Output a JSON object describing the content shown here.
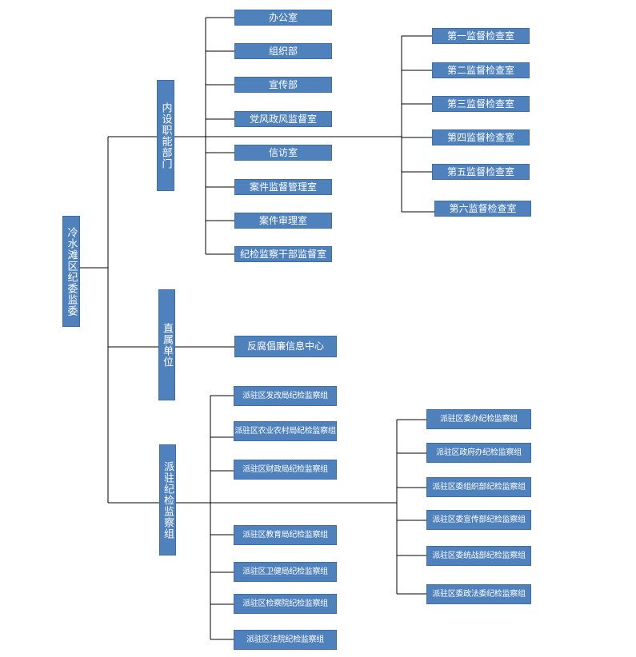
{
  "root": {
    "label": "冷水滩区纪委监委"
  },
  "branches": {
    "internal": {
      "label": "内设职能部门",
      "items": [
        "办公室",
        "组织部",
        "宣传部",
        "党风政风监督室",
        "信访室",
        "案件监督管理室",
        "案件审理室",
        "纪检监察干部监督室"
      ],
      "sub_items": [
        "第一监督检查室",
        "第二监督检查室",
        "第三监督检查室",
        "第四监督检查室",
        "第五监督检查室",
        "第六监督检查室"
      ]
    },
    "direct": {
      "label": "直属单位",
      "items": [
        "反腐倡廉信息中心"
      ]
    },
    "stationed": {
      "label": "派驻纪检监察组",
      "items": [
        "派驻区发改局纪检监察组",
        "派驻区农业农村局纪检监察组",
        "派驻区财政局纪检监察组",
        "派驻区教育局纪检监察组",
        "派驻区卫健局纪检监察组",
        "派驻区检察院纪检监察组",
        "派驻区法院纪检监察组"
      ],
      "sub_items": [
        "派驻区委办纪检监察组",
        "派驻区政府办纪检监察组",
        "派驻区委组织部纪检监察组",
        "派驻区委宣传部纪检监察组",
        "派驻区委统战部纪检监察组",
        "派驻区委政法委纪检监察组"
      ]
    }
  },
  "colors": {
    "box_fill": "#4f81bd",
    "box_border": "#3f6ea3",
    "text": "#ffffff",
    "line": "#000000"
  }
}
